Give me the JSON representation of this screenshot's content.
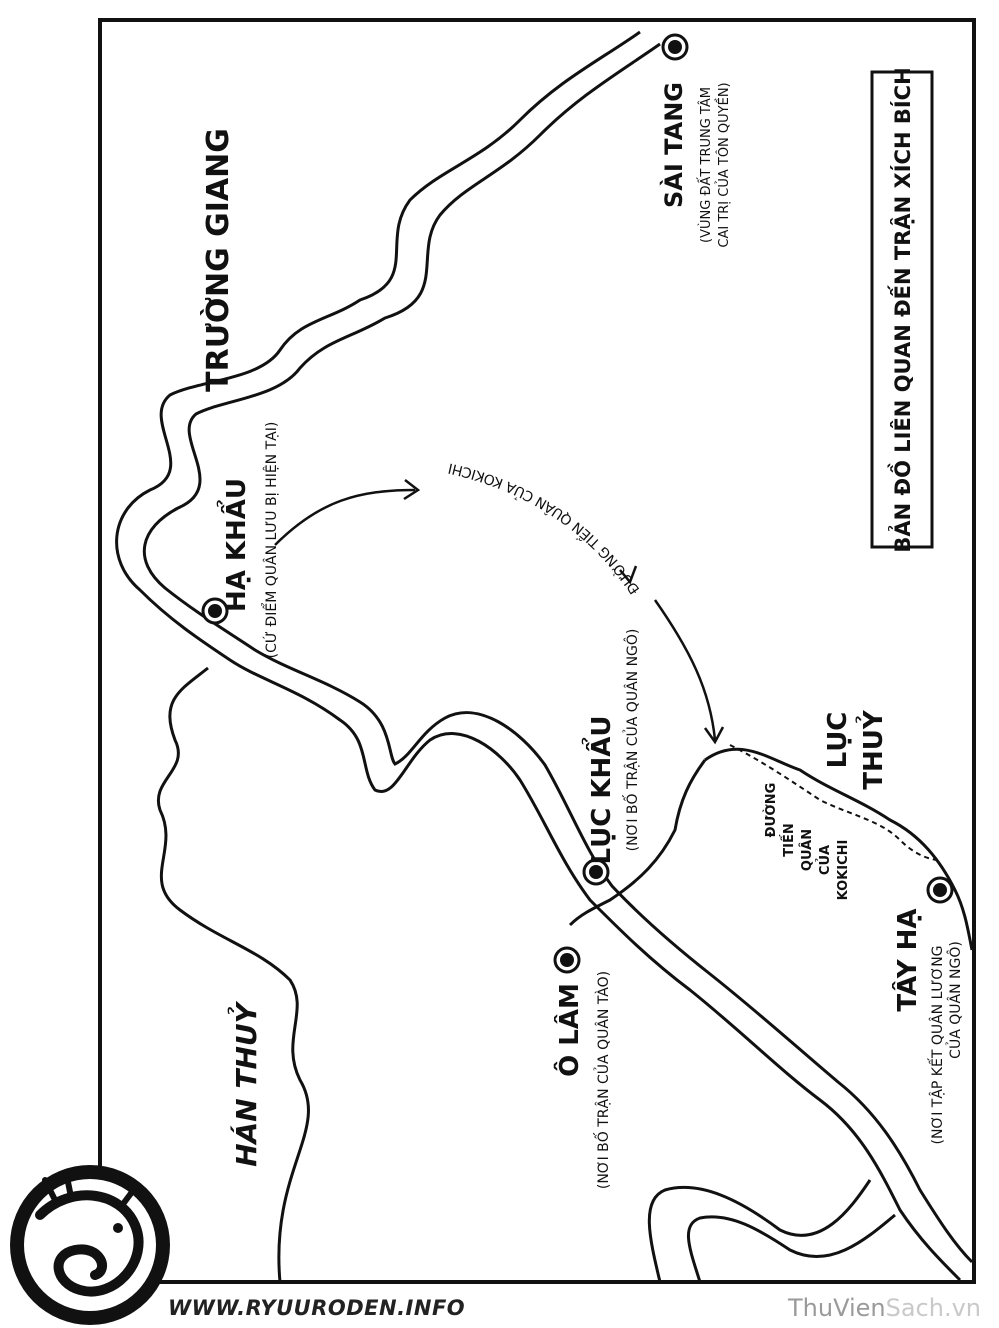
{
  "map": {
    "title": "BẢN ĐỒ LIÊN QUAN ĐẾN TRẬN XÍCH BÍCH",
    "rivers": {
      "truong_giang": "TRƯỜNG GIANG",
      "han_thuy": "HÁN THUỶ",
      "luc_thuy_line1": "LỤC",
      "luc_thuy_line2": "THUỶ"
    },
    "places": {
      "sai_tang": {
        "name": "SÀI TANG",
        "note1": "(VÙNG ĐẤT TRUNG TÂM",
        "note2": "CAI TRỊ CỦA TÔN QUYỀN)"
      },
      "ha_khau": {
        "name": "HẠ KHẨU",
        "note": "(CỨ ĐIỂM QUÂN LƯU BỊ HIỆN TẠI)"
      },
      "luc_khau": {
        "name": "LỤC KHẨU",
        "note": "(NƠI BỐ TRẬN CỦA QUÂN NGÔ)"
      },
      "o_lam": {
        "name": "Ô LÂM",
        "note": "(NƠI BỐ TRẬN CỦA QUÂN TÀO)"
      },
      "tay_ha": {
        "name": "TÂY HẠ",
        "note1": "(NƠI TẬP KẾT QUÂN LƯƠNG",
        "note2": "CỦA QUÂN NGÔ)"
      }
    },
    "routes": {
      "arc_label": "ĐƯỜNG TIẾN QUÂN CỦA KOKICHI",
      "dashed_label": [
        "ĐƯỜNG",
        "TIẾN",
        "QUÂN",
        "CỦA",
        "KOKICHI"
      ]
    }
  },
  "footer": {
    "site": "WWW.RYUURODEN.INFO",
    "watermark_a": "ThuVien",
    "watermark_b": "Sach.vn"
  }
}
